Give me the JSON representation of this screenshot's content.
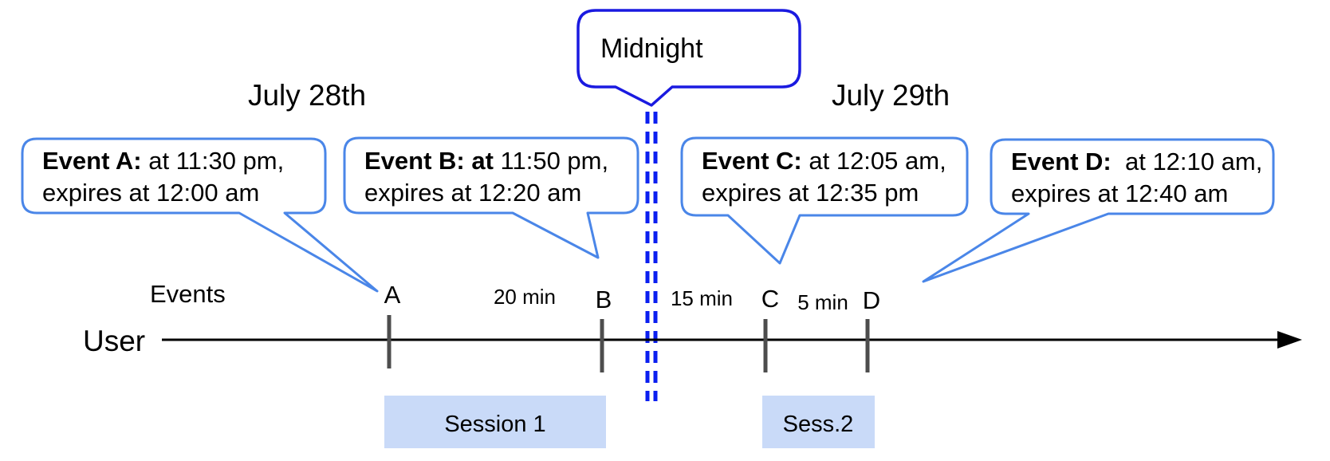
{
  "dates": {
    "left": "July 28th",
    "right": "July 29th"
  },
  "midnight": {
    "label": "Midnight"
  },
  "axis": {
    "events_label": "Events",
    "user_label": "User"
  },
  "events": [
    {
      "tick": "A",
      "bold": "Event A:",
      "rest": " at 11:30 pm,",
      "line2": "expires at 12:00 am"
    },
    {
      "tick": "B",
      "bold": "Event B: at",
      "rest": " 11:50 pm,",
      "line2": "expires at 12:20 am"
    },
    {
      "tick": "C",
      "bold": "Event C:",
      "rest": " at 12:05 am,",
      "line2": "expires at 12:35 pm"
    },
    {
      "tick": "D",
      "bold": "Event D:",
      "rest": "  at 12:10 am,",
      "line2": "expires at 12:40 am"
    }
  ],
  "intervals": {
    "a_to_b": "20 min",
    "b_to_c": "15 min",
    "c_to_d": "5 min"
  },
  "sessions": {
    "session1": "Session 1",
    "session2": "Sess.2"
  },
  "colors": {
    "event_bubble_border": "#4a86e8",
    "midnight_bubble_border": "#1a1ae0",
    "midnight_dashed_line": "#0b1ff0",
    "session_fill": "#c9daf8",
    "tick": "#4d4d4d",
    "ink": "#000000"
  }
}
